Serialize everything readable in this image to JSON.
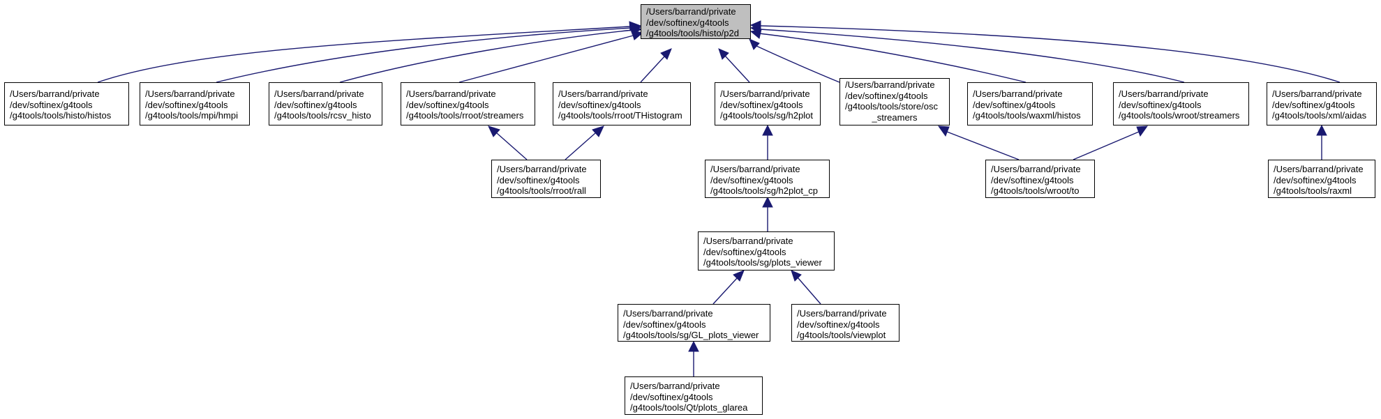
{
  "graph": {
    "root": {
      "lines": [
        "/Users/barrand/private",
        "/dev/softinex/g4tools",
        "/g4tools/tools/histo/p2d"
      ]
    },
    "nodes": [
      {
        "lines": [
          "/Users/barrand/private",
          "/dev/softinex/g4tools",
          "/g4tools/tools/histo/histos"
        ]
      },
      {
        "lines": [
          "/Users/barrand/private",
          "/dev/softinex/g4tools",
          "/g4tools/tools/mpi/hmpi"
        ]
      },
      {
        "lines": [
          "/Users/barrand/private",
          "/dev/softinex/g4tools",
          "/g4tools/tools/rcsv_histo"
        ]
      },
      {
        "lines": [
          "/Users/barrand/private",
          "/dev/softinex/g4tools",
          "/g4tools/tools/rroot/streamers"
        ]
      },
      {
        "lines": [
          "/Users/barrand/private",
          "/dev/softinex/g4tools",
          "/g4tools/tools/rroot/THistogram"
        ]
      },
      {
        "lines": [
          "/Users/barrand/private",
          "/dev/softinex/g4tools",
          "/g4tools/tools/sg/h2plot"
        ]
      },
      {
        "lines": [
          "/Users/barrand/private",
          "/dev/softinex/g4tools",
          "/g4tools/tools/store/osc",
          "_streamers"
        ]
      },
      {
        "lines": [
          "/Users/barrand/private",
          "/dev/softinex/g4tools",
          "/g4tools/tools/waxml/histos"
        ]
      },
      {
        "lines": [
          "/Users/barrand/private",
          "/dev/softinex/g4tools",
          "/g4tools/tools/wroot/streamers"
        ]
      },
      {
        "lines": [
          "/Users/barrand/private",
          "/dev/softinex/g4tools",
          "/g4tools/tools/xml/aidas"
        ]
      },
      {
        "lines": [
          "/Users/barrand/private",
          "/dev/softinex/g4tools",
          "/g4tools/tools/rroot/rall"
        ]
      },
      {
        "lines": [
          "/Users/barrand/private",
          "/dev/softinex/g4tools",
          "/g4tools/tools/sg/h2plot_cp"
        ]
      },
      {
        "lines": [
          "/Users/barrand/private",
          "/dev/softinex/g4tools",
          "/g4tools/tools/wroot/to"
        ]
      },
      {
        "lines": [
          "/Users/barrand/private",
          "/dev/softinex/g4tools",
          "/g4tools/tools/raxml"
        ]
      },
      {
        "lines": [
          "/Users/barrand/private",
          "/dev/softinex/g4tools",
          "/g4tools/tools/sg/plots_viewer"
        ]
      },
      {
        "lines": [
          "/Users/barrand/private",
          "/dev/softinex/g4tools",
          "/g4tools/tools/sg/GL_plots_viewer"
        ]
      },
      {
        "lines": [
          "/Users/barrand/private",
          "/dev/softinex/g4tools",
          "/g4tools/tools/viewplot"
        ]
      },
      {
        "lines": [
          "/Users/barrand/private",
          "/dev/softinex/g4tools",
          "/g4tools/tools/Qt/plots_glarea"
        ]
      }
    ],
    "edges": [
      {
        "from": 0,
        "to": "root"
      },
      {
        "from": 1,
        "to": "root"
      },
      {
        "from": 2,
        "to": "root"
      },
      {
        "from": 3,
        "to": "root"
      },
      {
        "from": 4,
        "to": "root"
      },
      {
        "from": 5,
        "to": "root"
      },
      {
        "from": 6,
        "to": "root"
      },
      {
        "from": 7,
        "to": "root"
      },
      {
        "from": 8,
        "to": "root"
      },
      {
        "from": 9,
        "to": "root"
      },
      {
        "from": 10,
        "to": 3
      },
      {
        "from": 10,
        "to": 4
      },
      {
        "from": 11,
        "to": 5
      },
      {
        "from": 12,
        "to": 6
      },
      {
        "from": 12,
        "to": 8
      },
      {
        "from": 13,
        "to": 9
      },
      {
        "from": 14,
        "to": 11
      },
      {
        "from": 15,
        "to": 14
      },
      {
        "from": 16,
        "to": 14
      },
      {
        "from": 17,
        "to": 15
      }
    ],
    "colors": {
      "edge": "#191970",
      "root_fill": "#bfbfbf",
      "node_fill": "#ffffff",
      "border": "#000000"
    }
  }
}
